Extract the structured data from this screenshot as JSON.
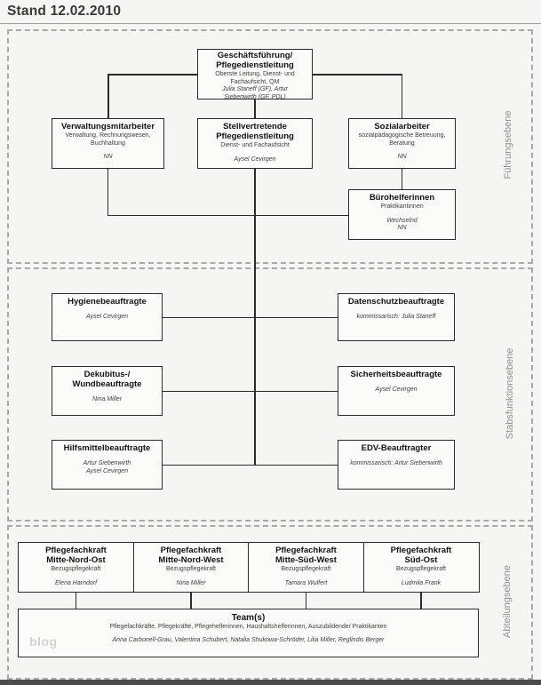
{
  "header": {
    "title": "Stand 12.02.2010"
  },
  "watermark": "blog",
  "levels": [
    {
      "label": "Führungsebene"
    },
    {
      "label": "Stabsfunktionsebene"
    },
    {
      "label": "Abteilungsebene"
    }
  ],
  "nodes": {
    "gf": {
      "title": "Geschäftsführung/\nPflegedienstleitung",
      "sub": "Oberste Leitung, Dienst- und\nFachaufsicht, QM",
      "names": "Julia Staneff (GF), Artur\nSiebenwirth (GF, PDL)"
    },
    "verwaltung": {
      "title": "Verwaltungsmitarbeiter",
      "sub": "Verwaltung, Rechnungswesen,\nBuchhaltung",
      "names": "NN"
    },
    "stellv": {
      "title": "Stellvertretende\nPflegedienstleitung",
      "sub": "Dienst- und Fachaufsicht",
      "names": "Aysel Cevirgen"
    },
    "sozial": {
      "title": "Sozialarbeiter",
      "sub": "sozialpädagogische Betreuung,\nBeratung",
      "names": "NN"
    },
    "buero": {
      "title": "Bürohelferinnen",
      "sub": "Praktikantinnen",
      "names": "Wechselnd\nNN"
    },
    "hygiene": {
      "title": "Hygienebeauftragte",
      "names": "Aysel Cevirgen"
    },
    "datenschutz": {
      "title": "Datenschutzbeauftragte",
      "names": "kommissarisch: Julia Staneff"
    },
    "dekubitus": {
      "title": "Dekubitus-/\nWundbeauftragte",
      "names": "Nina Miller"
    },
    "sicherheit": {
      "title": "Sicherheitsbeauftragte",
      "names": "Aysel Cevirgen"
    },
    "hilfsmittel": {
      "title": "Hilfsmittelbeauftragte",
      "names": "Artur Siebenwirth\nAysel Cevirgen"
    },
    "edv": {
      "title": "EDV-Beauftragter",
      "names": "kommissarisch: Artur Siebenwirth"
    },
    "pfk1": {
      "title": "Pflegefachkraft\nMitte-Nord-Ost",
      "sub": "Bezugspflegekraft",
      "names": "Elena Harndorf"
    },
    "pfk2": {
      "title": "Pflegefachkraft\nMitte-Nord-West",
      "sub": "Bezugspflegekraft",
      "names": "Nina Miller"
    },
    "pfk3": {
      "title": "Pflegefachkraft\nMitte-Süd-West",
      "sub": "Bezugspflegekraft",
      "names": "Tamara Wulfert"
    },
    "pfk4": {
      "title": "Pflegefachkraft\nSüd-Ost",
      "sub": "Bezugspflegekraft",
      "names": "Ludmila Frank"
    },
    "teams": {
      "title": "Team(s)",
      "sub": "Pflegefachkräfte, Pflegekräfte, Pflegehelferinnen, Haushaltshelferinnen, Auszubildende/ Praktikanten",
      "names": "Anna Carbonell-Grau, Valentina Schubert, Natalia Shukowa-Schröder, Lilia Miller, Reglindis Berger"
    }
  },
  "colors": {
    "background": "#f5f5f4",
    "box_border": "#2b2b2b",
    "dashed_border": "#a8a8a8",
    "band_label": "#8f8f8f",
    "watermark": "#d2d2d0",
    "bottom_strip": "#4c4c4c"
  }
}
